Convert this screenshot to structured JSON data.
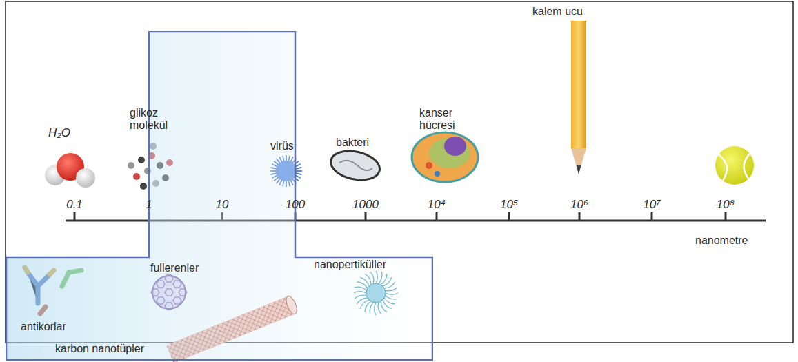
{
  "diagram": {
    "nodes": [
      {
        "text": [
          "fullerenler",
          "nanopertiküller",
          "antikorlar",
          "karbon nanotüpler"
        ]
      }
    ],
    "labels": [
      "H₂O",
      "glikoz molekül",
      "virüs",
      "bakteri",
      "kanser hücresi",
      "kalem ucu",
      "0.1",
      "1",
      "10",
      "100",
      "1000",
      "10⁴",
      "10⁵",
      "10⁶",
      "10⁷",
      "10⁸",
      "nanometre"
    ]
  }
}
